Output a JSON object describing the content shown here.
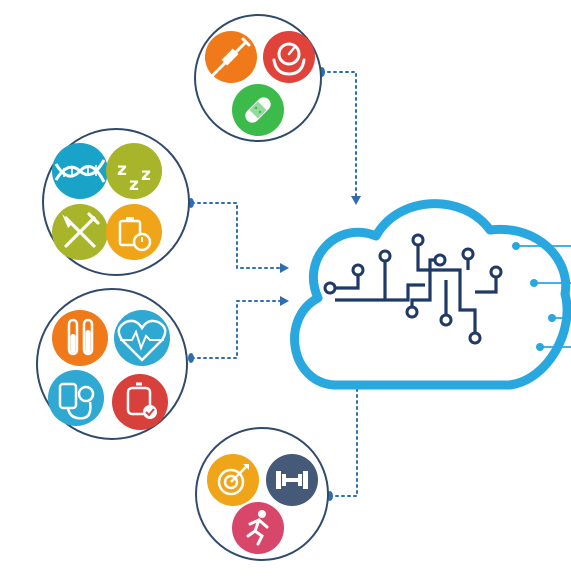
{
  "colors": {
    "ring": "#2f4a6b",
    "connector": "#2f6db0",
    "cloud_outline": "#29a8e0",
    "circuit": "#1f3a66",
    "orange": "#f07a1a",
    "red": "#e0433a",
    "green": "#3dbb4a",
    "teal": "#1aa3c9",
    "olive": "#a8b42a",
    "amber": "#f0a418",
    "crimson": "#d8413b",
    "steel": "#445a78",
    "rose": "#d8466a",
    "cyan": "#2fa9d1"
  },
  "groups": [
    {
      "id": "medical-care",
      "icons": [
        "syringe-icon",
        "blood-pressure-gauge-icon",
        "bandage-icon"
      ]
    },
    {
      "id": "lifestyle",
      "icons": [
        "dna-icon",
        "sleep-zzz-icon",
        "fork-knife-icon",
        "schedule-stopwatch-icon"
      ]
    },
    {
      "id": "clinical-tests",
      "icons": [
        "test-tubes-icon",
        "heart-rate-icon",
        "blood-pressure-cuff-icon",
        "blood-bag-icon"
      ]
    },
    {
      "id": "fitness",
      "icons": [
        "target-icon",
        "dumbbell-icon",
        "running-icon"
      ]
    }
  ],
  "hub": {
    "icon": "cloud-brain-circuit-icon"
  }
}
